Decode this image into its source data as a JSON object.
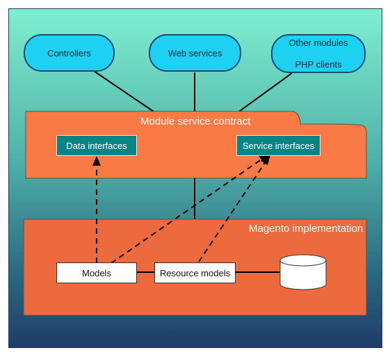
{
  "clients": {
    "controllers": "Controllers",
    "web_services": "Web services",
    "other_modules": "Other modules",
    "php_clients": "PHP clients"
  },
  "contract": {
    "title": "Module service contract",
    "data_interfaces": "Data interfaces",
    "service_interfaces": "Service interfaces"
  },
  "implementation": {
    "title": "Magento implementation",
    "models": "Models",
    "resource_models": "Resource models",
    "database_icon": "database-cylinder-icon"
  },
  "colors": {
    "client_fill": "#1ed0f2",
    "contract_fill": "#fa7a45",
    "implementation_fill": "#ec6a3d",
    "interface_fill": "#078585",
    "background_top": "#7fefd0",
    "background_bottom": "#1f3c6a"
  }
}
